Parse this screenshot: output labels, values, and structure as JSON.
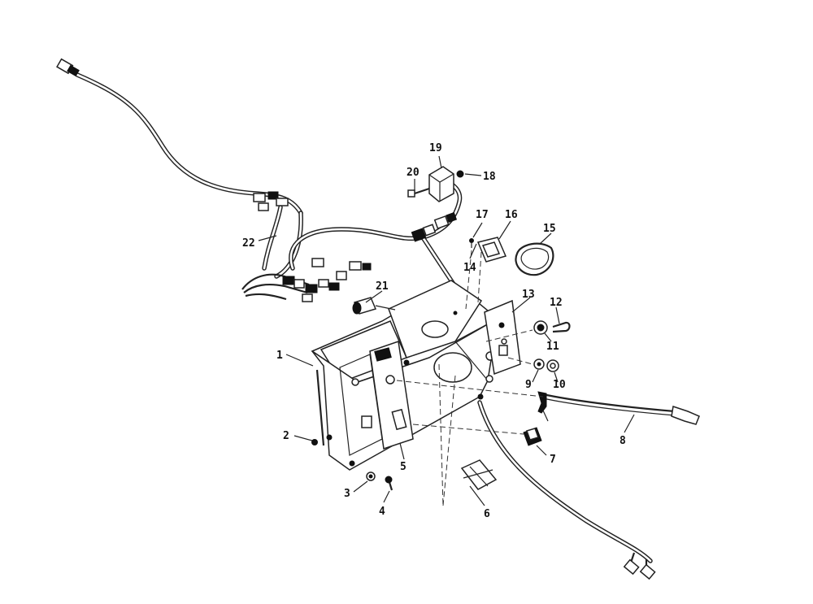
{
  "part_labels": [
    {
      "id": "1",
      "text": "1"
    },
    {
      "id": "2",
      "text": "2"
    },
    {
      "id": "3",
      "text": "3"
    },
    {
      "id": "4",
      "text": "4"
    },
    {
      "id": "5",
      "text": "5"
    },
    {
      "id": "6",
      "text": "6"
    },
    {
      "id": "7",
      "text": "7"
    },
    {
      "id": "8",
      "text": "8"
    },
    {
      "id": "9",
      "text": "9"
    },
    {
      "id": "10",
      "text": "10"
    },
    {
      "id": "11",
      "text": "11"
    },
    {
      "id": "12",
      "text": "12"
    },
    {
      "id": "13",
      "text": "13"
    },
    {
      "id": "14",
      "text": "14"
    },
    {
      "id": "15",
      "text": "15"
    },
    {
      "id": "16",
      "text": "16"
    },
    {
      "id": "17",
      "text": "17"
    },
    {
      "id": "18",
      "text": "18"
    },
    {
      "id": "19",
      "text": "19"
    },
    {
      "id": "20",
      "text": "20"
    },
    {
      "id": "21",
      "text": "21"
    },
    {
      "id": "22",
      "text": "22"
    }
  ]
}
